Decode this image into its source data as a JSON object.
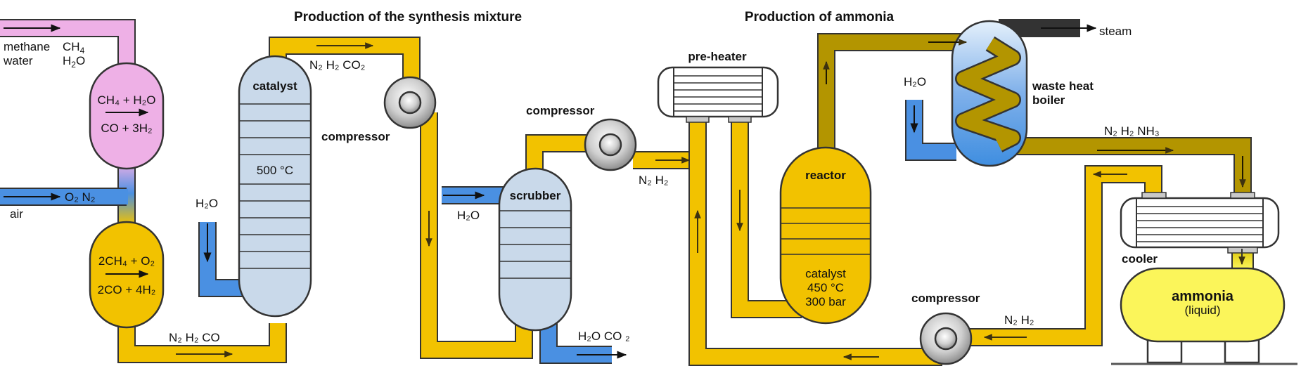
{
  "titles": {
    "synthesis": "Production of the synthesis mixture",
    "ammonia": "Production of ammonia"
  },
  "inputs": {
    "methane": "methane",
    "water": "water",
    "ch4": "CH",
    "ch4_sub": "4",
    "h2o_h": "H",
    "h2o_sub": "2",
    "h2o_o": "O",
    "air": "air",
    "o2n2": "O₂  N₂"
  },
  "reformer": {
    "eq_top": "CH₄ + H₂O",
    "eq_bottom": "CO + 3H₂"
  },
  "partial_oxidation": {
    "eq_top": "2CH₄ + O₂",
    "eq_bottom": "2CO + 4H₂"
  },
  "labels": {
    "n2h2co": "N₂  H₂  CO",
    "n2h2co2": "N₂  H₂  CO₂",
    "catalyst_col": "catalyst",
    "temp_500": "500 °C",
    "h2o_left": "H₂O",
    "compressor_1": "compressor",
    "compressor_2": "compressor",
    "compressor_3": "compressor",
    "scrubber": "scrubber",
    "h2o_scrubber": "H₂O",
    "h2o_co2_out": "H₂O CO ₂",
    "n2h2_after_comp": "N₂  H₂",
    "preheater": "pre-heater",
    "reactor": "reactor",
    "reactor_catalyst": "catalyst",
    "reactor_temp": "450 °C",
    "reactor_pressure": "300 bar",
    "h2o_boiler": "H₂O",
    "steam": "steam",
    "boiler_1": "waste heat",
    "boiler_2": "boiler",
    "n2h2nh3": "N₂  H₂  NH₃",
    "cooler": "cooler",
    "ammonia": "ammonia",
    "liquid": "(liquid)",
    "n2h2_recycle": "N₂  H₂"
  },
  "colors": {
    "pipe_yellow": "#f2c200",
    "pipe_olive": "#b39500",
    "water_blue": "#4a90e2",
    "reformer_pink": "#eeb0e6",
    "steel_blue": "#c9d9ea",
    "tank_yellow": "#fbf55a"
  }
}
